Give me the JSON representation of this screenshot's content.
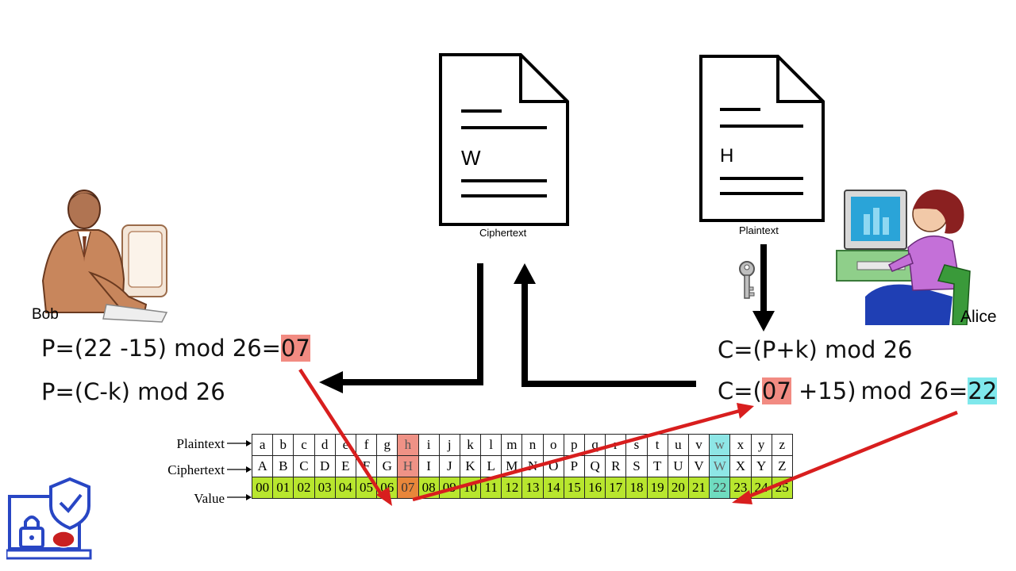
{
  "documents": {
    "ciphertext": {
      "letter": "W",
      "caption": "Ciphertext"
    },
    "plaintext": {
      "letter": "H",
      "caption": "Plaintext"
    }
  },
  "people": {
    "bob": "Bob",
    "alice": "Alice"
  },
  "bob_equations": {
    "line1_prefix": "P=(22 -15) mod 26=",
    "line1_result": "07",
    "line2": "P=(C-k) mod 26"
  },
  "alice_equations": {
    "line1": "C=(P+k) mod 26",
    "line2_prefix": "C=(",
    "line2_value": "07",
    "line2_mid": " +15)",
    "line2_mod": "mod 26=",
    "line2_result": "22"
  },
  "table": {
    "row_labels": {
      "plain": "Plaintext",
      "cipher": "Ciphertext",
      "value": "Value"
    },
    "plaintext": [
      "a",
      "b",
      "c",
      "d",
      "e",
      "f",
      "g",
      "h",
      "i",
      "j",
      "k",
      "l",
      "m",
      "n",
      "o",
      "p",
      "q",
      "r",
      "s",
      "t",
      "u",
      "v",
      "w",
      "x",
      "y",
      "z"
    ],
    "ciphertext": [
      "A",
      "B",
      "C",
      "D",
      "E",
      "F",
      "G",
      "H",
      "I",
      "J",
      "K",
      "L",
      "M",
      "N",
      "O",
      "P",
      "Q",
      "R",
      "S",
      "T",
      "U",
      "V",
      "W",
      "X",
      "Y",
      "Z"
    ],
    "values": [
      "00",
      "01",
      "02",
      "03",
      "04",
      "05",
      "06",
      "07",
      "08",
      "09",
      "10",
      "11",
      "12",
      "13",
      "14",
      "15",
      "16",
      "17",
      "18",
      "19",
      "20",
      "21",
      "22",
      "23",
      "24",
      "25"
    ],
    "highlight_plain_index": 7,
    "highlight_cipher_index": 22
  },
  "colors": {
    "red_highlight": "#f28b82",
    "cyan_highlight": "#7fe8ec",
    "value_row": "#b8e62e",
    "arrow_red": "#d81e1e"
  }
}
